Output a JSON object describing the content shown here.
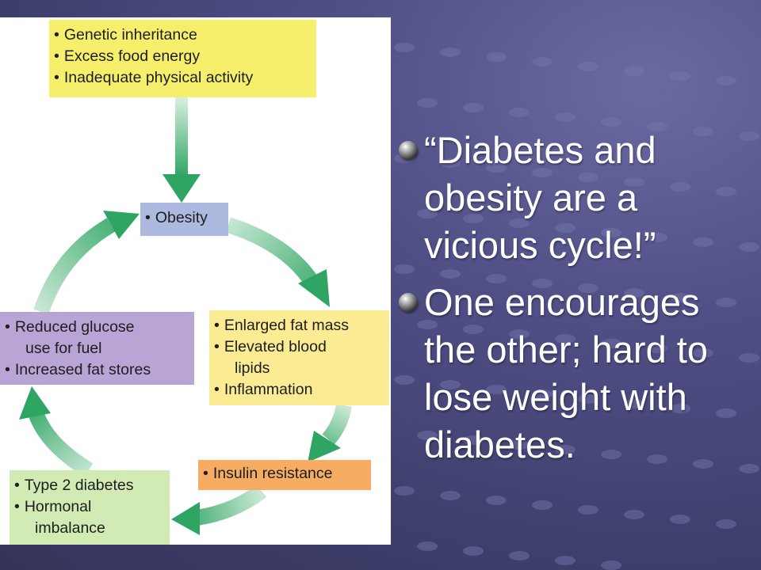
{
  "diagram": {
    "causes": [
      "Genetic inheritance",
      "Excess food energy",
      "Inadequate physical activity"
    ],
    "obesity": [
      "Obesity"
    ],
    "fat_effects": [
      "Enlarged fat mass",
      "Elevated blood",
      "lipids",
      "Inflammation"
    ],
    "glucose_effects": [
      "Reduced glucose",
      "use for fuel",
      "Increased fat stores"
    ],
    "insulin": [
      "Insulin resistance"
    ],
    "type2": [
      "Type 2 diabetes",
      "Hormonal",
      "imbalance"
    ]
  },
  "slide": {
    "bullets": [
      "“Diabetes and obesity are a vicious cycle!”",
      "One encourages the other; hard to lose weight with diabetes."
    ]
  },
  "colors": {
    "causes": "#f6ef6c",
    "obesity": "#aeb9e0",
    "fat_effects": "#fbeb92",
    "glucose_effects": "#b9a4d6",
    "insulin": "#f6ad63",
    "type2": "#d2eab4",
    "arrow_dark": "#2fa564",
    "arrow_light": "#bfe3cc"
  }
}
